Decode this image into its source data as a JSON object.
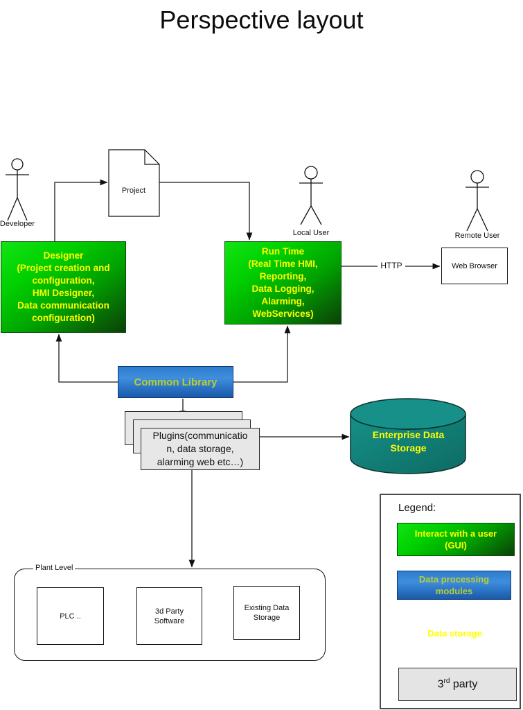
{
  "title": "Perspective layout",
  "actors": {
    "developer": "Developer",
    "local_user": "Local User",
    "remote_user": "Remote User"
  },
  "nodes": {
    "project": "Project",
    "designer": "Designer\n(Project creation and\nconfiguration,\nHMI Designer,\nData communication\nconfiguration)",
    "run_time": "Run Time\n(Real Time HMI,\nReporting,\nData Logging,\nAlarming,\nWebServices)",
    "web_browser": "Web Browser",
    "common_library": "Common Library",
    "plugins": "Plugins(communicatio\nn, data storage,\nalarming web etc…)",
    "enterprise_storage": "Enterprise Data\nStorage",
    "http_label": "HTTP"
  },
  "plant": {
    "label": "Plant Level",
    "plc": "PLC ..",
    "third_party_software": "3d Party\nSoftware",
    "existing_storage": "Existing Data\nStorage"
  },
  "legend": {
    "title": "Legend:",
    "gui": "Interact with a user\n(GUI)",
    "processing": "Data processing\nmodules",
    "storage": "Data storage",
    "third_party_base": "3",
    "third_party_sup": "rd",
    "third_party_rest": " party"
  },
  "colors": {
    "box_green_bright": "#00cf00",
    "box_green_dark": "#0b4007",
    "box_blue": "#2e7ccc",
    "text_yellow": "#ffff00",
    "text_olive": "#b9cf2e",
    "cylinder_teal": "#10837b",
    "box_gray": "#e7e7e7",
    "line_black": "#1a1a1a"
  }
}
